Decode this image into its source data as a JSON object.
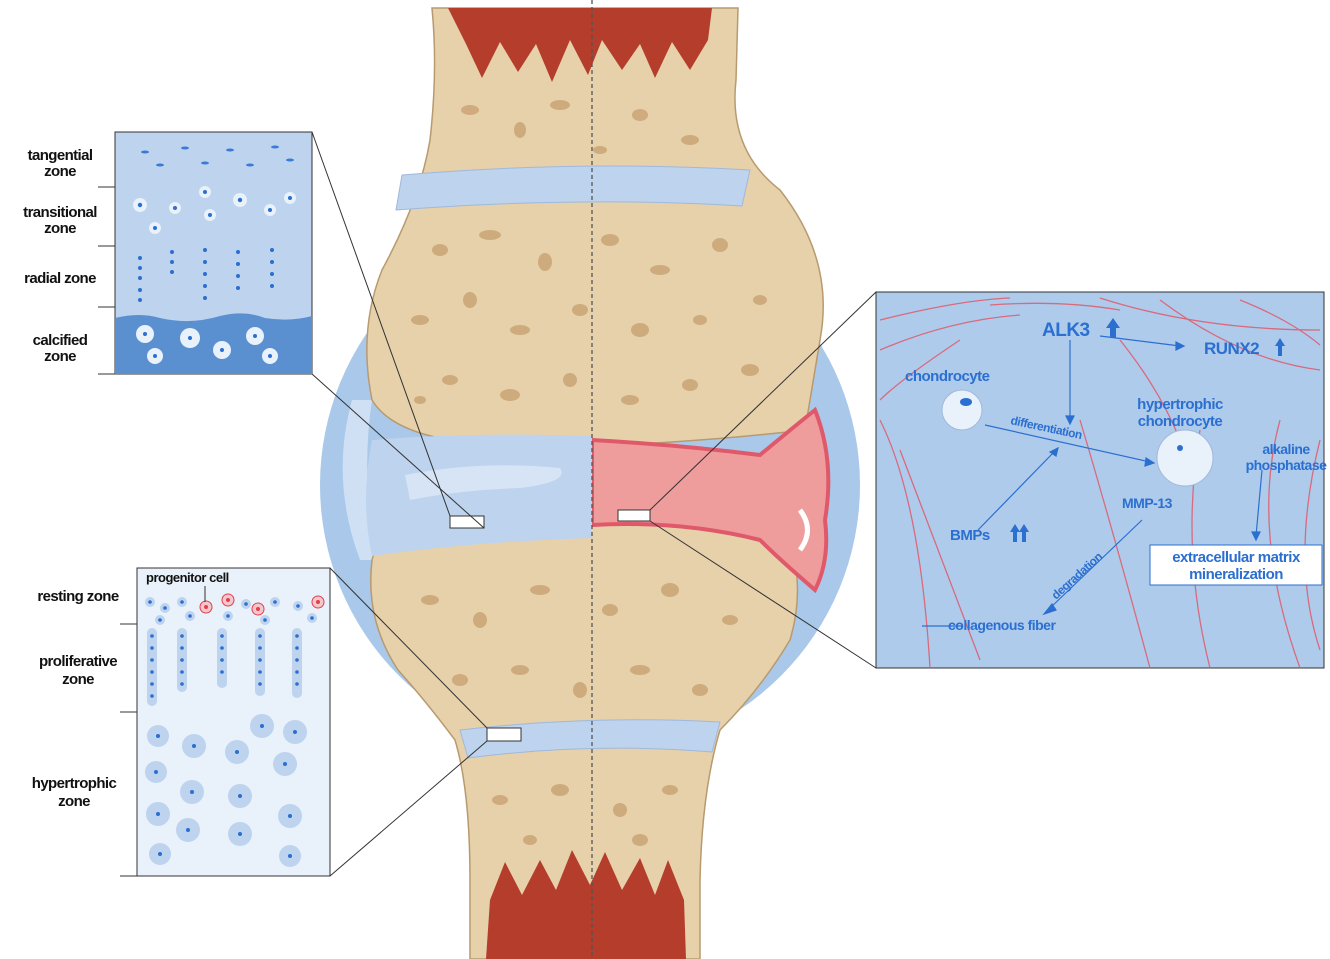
{
  "colors": {
    "bone": "#e7d1ab",
    "bone_pore": "#caa574",
    "bone_outline": "#b89a6e",
    "cartilage": "#bdd3ee",
    "cartilage_light": "#d8e6f6",
    "calcified": "#5a8fd0",
    "circle_bg": "#a9c8ea",
    "marrow_red": "#b53d2c",
    "inflamed": "#ee9c9c",
    "inflamed_edge": "#e0596a",
    "panel_bg": "#aecbec",
    "panel_light": "#e9f1fa",
    "accent_blue": "#2b6fd0",
    "fiber_red": "#e05a6a",
    "progenitor_red": "#e0404e"
  },
  "articular_panel": {
    "tangential": "tangential",
    "tangential_2": "zone",
    "transitional": "transitional",
    "transitional_2": "zone",
    "radial": "radial zone",
    "calcified": "calcified",
    "calcified_2": "zone"
  },
  "growth_panel": {
    "progenitor": "progenitor cell",
    "resting": "resting zone",
    "proliferative": "proliferative",
    "proliferative_2": "zone",
    "hypertrophic": "hypertrophic",
    "hypertrophic_2": "zone"
  },
  "oa_panel": {
    "alk3": "ALK3",
    "runx2": "RUNX2",
    "chondrocyte": "chondrocyte",
    "hypertrophic": "hypertrophic",
    "hypertrophic_2": "chondrocyte",
    "differentiation": "differentiation",
    "alkaline": "alkaline",
    "alkaline_2": "phosphatase",
    "mmp13": "MMP-13",
    "bmps": "BMPs",
    "degradation": "degradation",
    "ecm": "extracellular matrix",
    "ecm_2": "mineralization",
    "collagen": "collagenous fiber"
  }
}
